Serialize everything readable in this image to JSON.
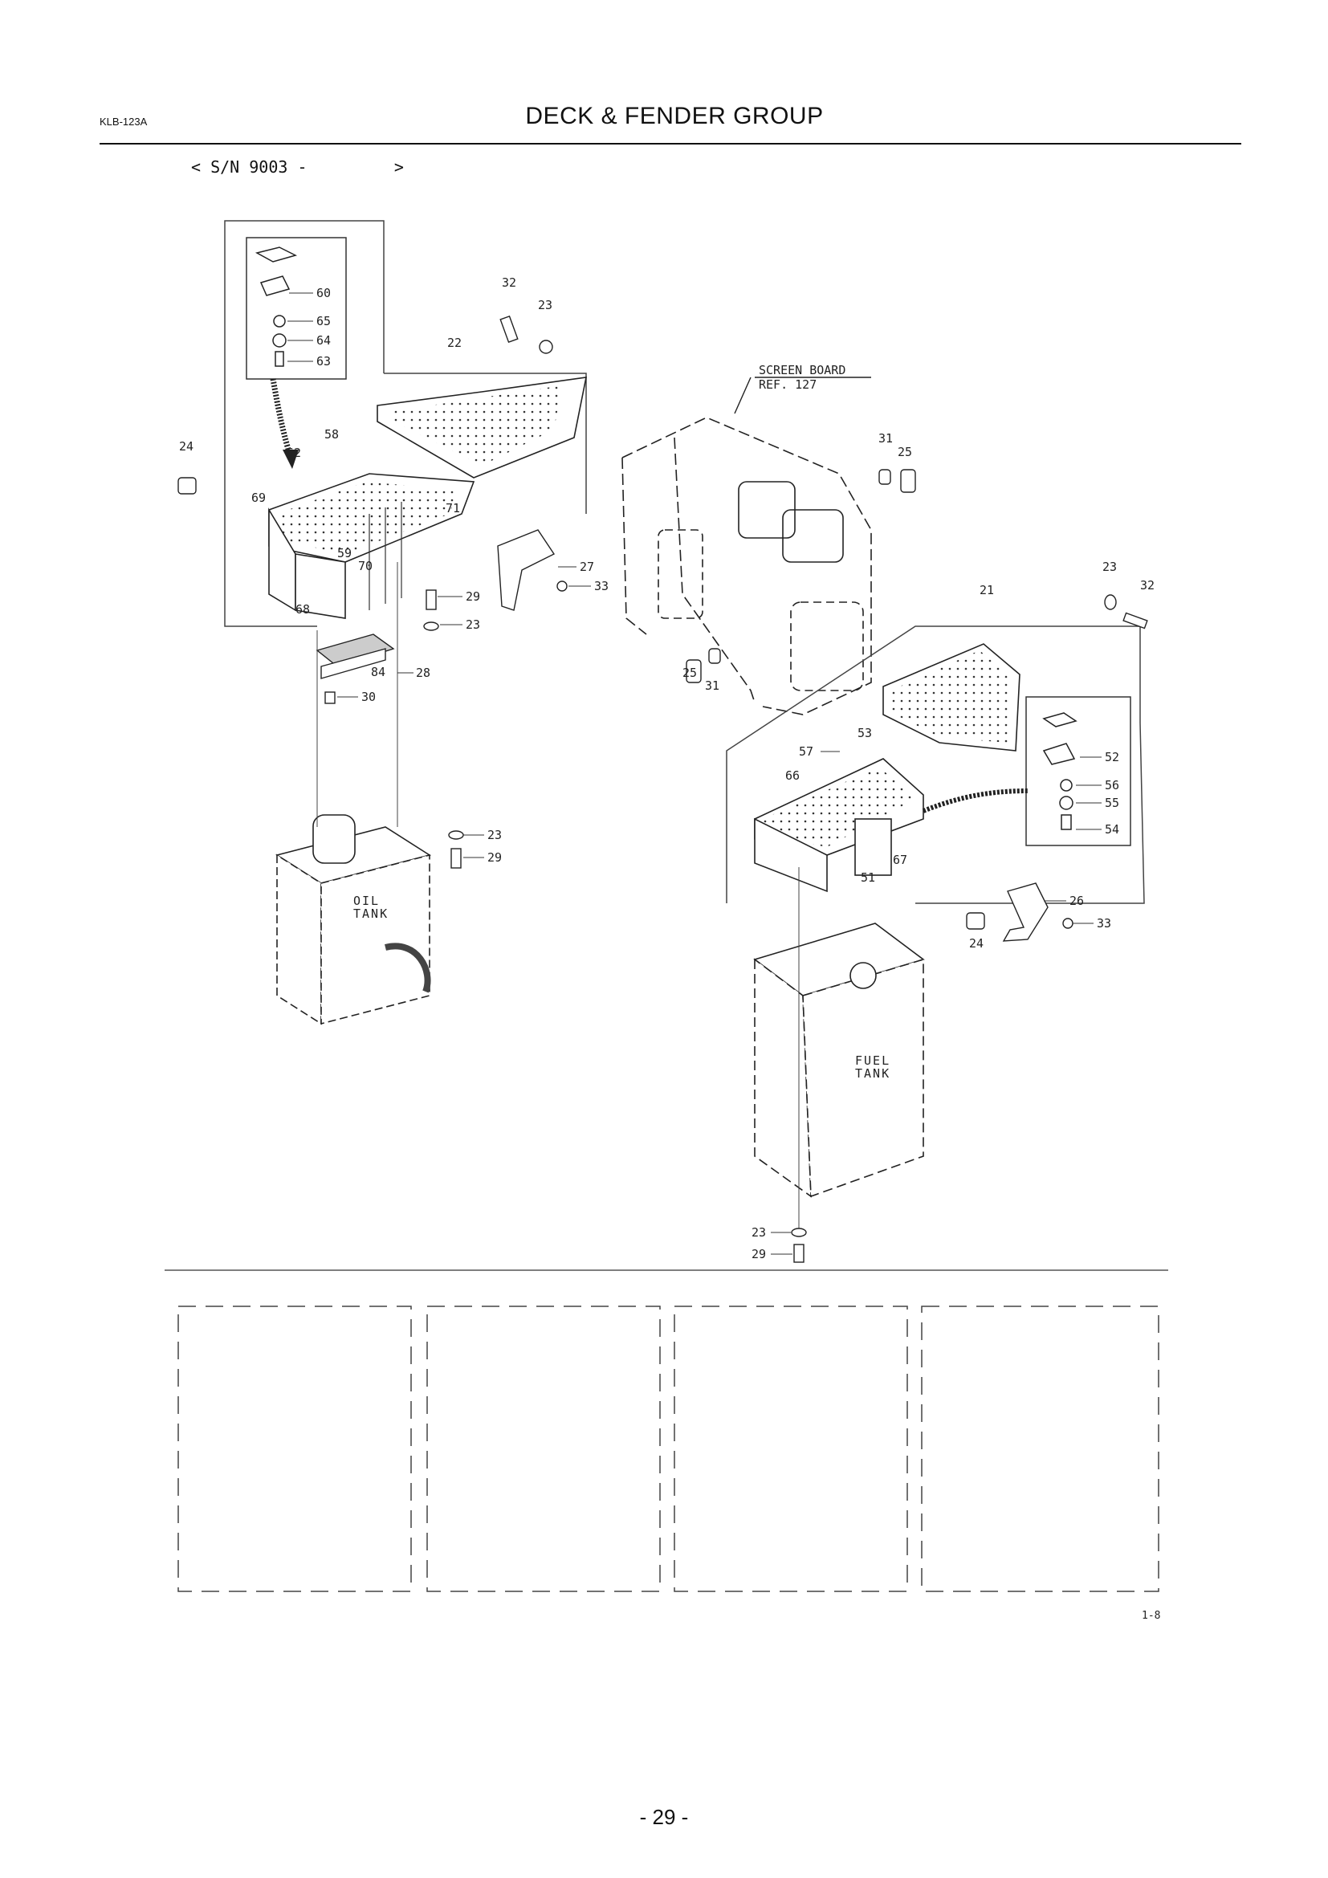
{
  "header": {
    "doc_code": "KLB-123A",
    "title": "DECK & FENDER GROUP"
  },
  "serial_range": "< S/N 9003 -         >",
  "reference": {
    "line1": "SCREEN BOARD",
    "line2": "REF. 127"
  },
  "assemblies": {
    "oil_tank": {
      "line1": "OIL",
      "line2": "TANK"
    },
    "fuel_tank": {
      "line1": "FUEL",
      "line2": "TANK"
    }
  },
  "part_labels": [
    "60",
    "65",
    "64",
    "63",
    "32",
    "23",
    "22",
    "24",
    "62",
    "58",
    "69",
    "71",
    "59",
    "70",
    "68",
    "27",
    "33",
    "29",
    "23",
    "84",
    "28",
    "30",
    "31",
    "25",
    "23",
    "29",
    "25",
    "31",
    "23",
    "32",
    "21",
    "57",
    "53",
    "66",
    "52",
    "56",
    "55",
    "54",
    "67",
    "51",
    "26",
    "33",
    "24",
    "23",
    "29"
  ],
  "figure_code": "1-8",
  "page_number": "- 29 -"
}
